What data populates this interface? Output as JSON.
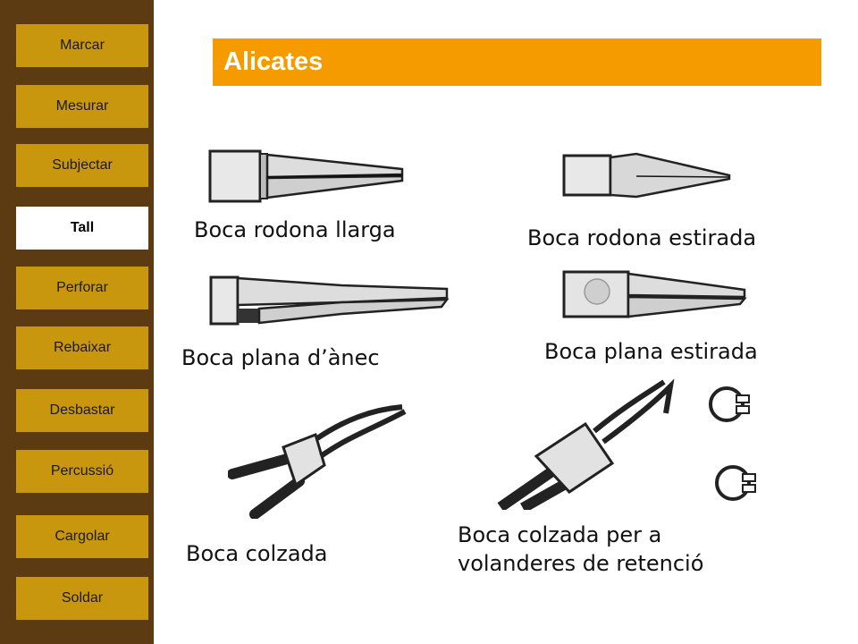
{
  "sidebar": {
    "items": [
      {
        "label": "Marcar"
      },
      {
        "label": "Mesurar"
      },
      {
        "label": "Subjectar"
      },
      {
        "label": "Tall"
      },
      {
        "label": "Perforar"
      },
      {
        "label": "Rebaixar"
      },
      {
        "label": "Desbastar"
      },
      {
        "label": "Percussió"
      },
      {
        "label": "Cargolar"
      },
      {
        "label": "Soldar"
      }
    ],
    "active_item": "Tall"
  },
  "header": {
    "title": "Alicates"
  },
  "tools": [
    {
      "caption": "Boca rodona llarga",
      "icon": "round-nose-long-pliers-icon"
    },
    {
      "caption": "Boca rodona estirada",
      "icon": "round-nose-tapered-pliers-icon"
    },
    {
      "caption": "Boca plana d’ànec",
      "icon": "flat-duckbill-pliers-icon"
    },
    {
      "caption": "Boca plana estirada",
      "icon": "flat-nose-tapered-pliers-icon"
    },
    {
      "caption": "Boca colzada",
      "icon": "bent-nose-pliers-icon"
    },
    {
      "caption_line1": "Boca colzada per a",
      "caption_line2": "volanderes de retenció",
      "icon": "circlip-pliers-icon"
    }
  ],
  "colors": {
    "sidebar_bg": "#5c3a12",
    "nav_button": "#c9970e",
    "title_bar": "#f59b00"
  }
}
